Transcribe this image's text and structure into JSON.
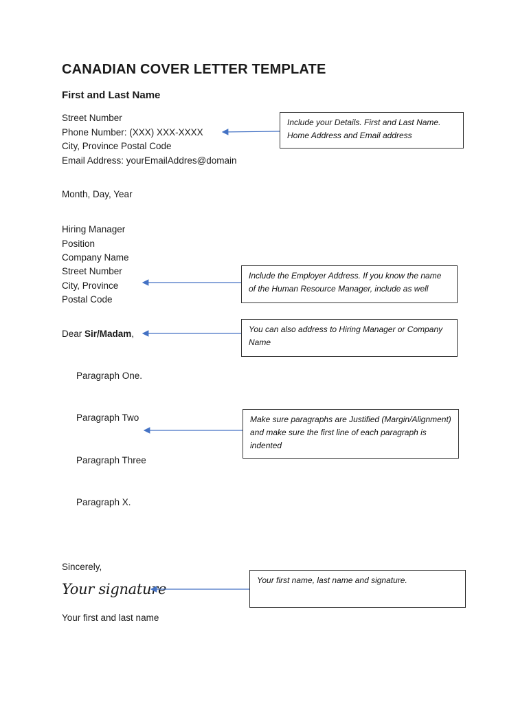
{
  "title": "CANADIAN COVER LETTER TEMPLATE",
  "sender": {
    "name": "First and Last Name",
    "street": "Street Number",
    "phone": "Phone Number: (XXX) XXX-XXXX",
    "city": "City, Province Postal Code",
    "email": "Email Address: yourEmailAddres@domain"
  },
  "date": "Month, Day, Year",
  "recipient": {
    "manager": "Hiring Manager",
    "position": "Position",
    "company": "Company Name",
    "street": "Street Number",
    "city": "City, Province",
    "postal": "Postal Code"
  },
  "salutation": {
    "prefix": "Dear ",
    "name": "Sir/Madam",
    "suffix": ","
  },
  "paragraphs": [
    "Paragraph One.",
    "Paragraph Two",
    "Paragraph Three",
    "Paragraph X."
  ],
  "closing": "Sincerely,",
  "signature": "Your signature",
  "signer_name": "Your first and last name",
  "notes": {
    "details": "Include your Details. First and Last Name. Home Address and Email address",
    "employer": "Include the Employer Address. If you know the name of the Human Resource Manager, include as well",
    "salutation": "You can also address to Hiring Manager or Company Name",
    "paragraphs": "Make sure paragraphs are Justified (Margin/Alignment) and make sure the first line of each paragraph is indented",
    "signature": "Your first name, last name and signature."
  },
  "colors": {
    "arrow": "#4472C4",
    "text": "#1a1a1a",
    "border": "#333333"
  }
}
